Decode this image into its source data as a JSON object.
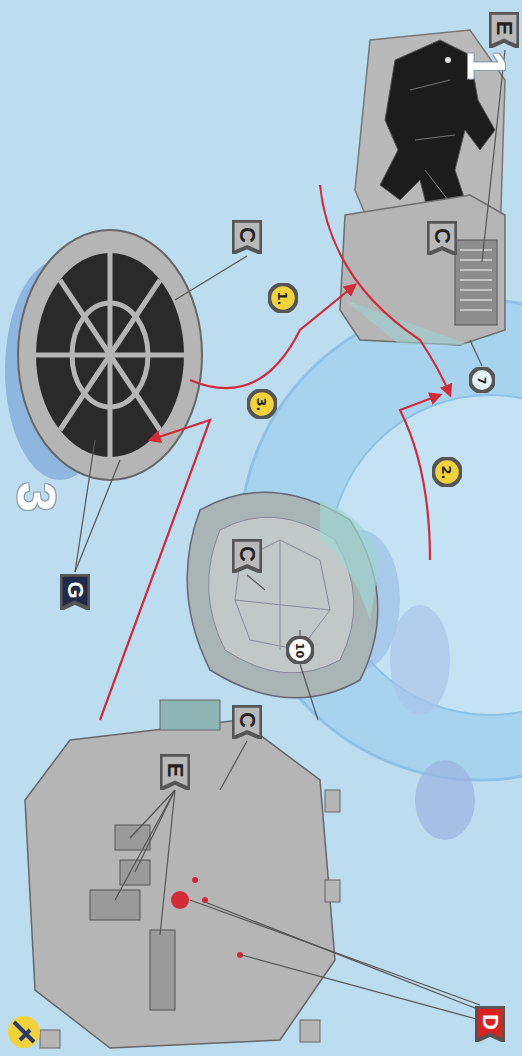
{
  "diagram": {
    "nodes": [
      {
        "text": [
          "E"
        ]
      },
      {
        "text": [
          "C"
        ]
      },
      {
        "text": [
          "C"
        ]
      },
      {
        "text": [
          "1."
        ]
      },
      {
        "text": [
          "7"
        ]
      },
      {
        "text": [
          "3."
        ]
      },
      {
        "text": [
          "2."
        ]
      },
      {
        "text": [
          "C"
        ]
      },
      {
        "text": [
          "G"
        ]
      },
      {
        "text": [
          "10"
        ]
      },
      {
        "text": [
          "C"
        ]
      },
      {
        "text": [
          "E"
        ]
      },
      {
        "text": [
          "D"
        ]
      }
    ],
    "labels": [
      "1",
      "3"
    ]
  }
}
